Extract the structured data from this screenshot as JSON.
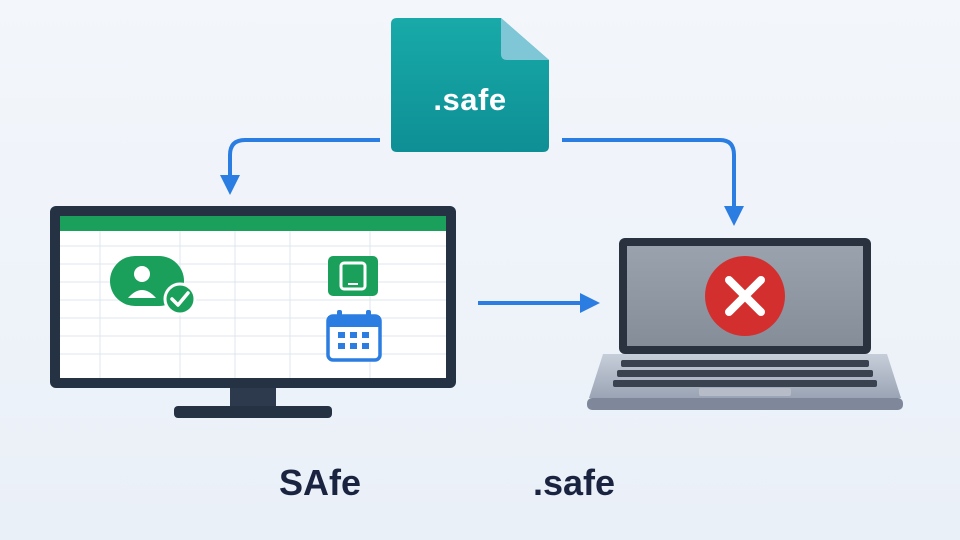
{
  "file": {
    "extension_label": ".safe",
    "color": "#119a9c",
    "fold_color": "#7fc6d6"
  },
  "monitor": {
    "bezel_color": "#253244",
    "header_color": "#1aa05a",
    "icons": [
      "user-check-icon",
      "phone-icon",
      "calendar-icon"
    ]
  },
  "laptop": {
    "status_icon": "error-x-icon",
    "error_color": "#d32f2f"
  },
  "arrows": {
    "color": "#2b7de1"
  },
  "captions": {
    "left": "SAfe",
    "right": ".safe"
  }
}
